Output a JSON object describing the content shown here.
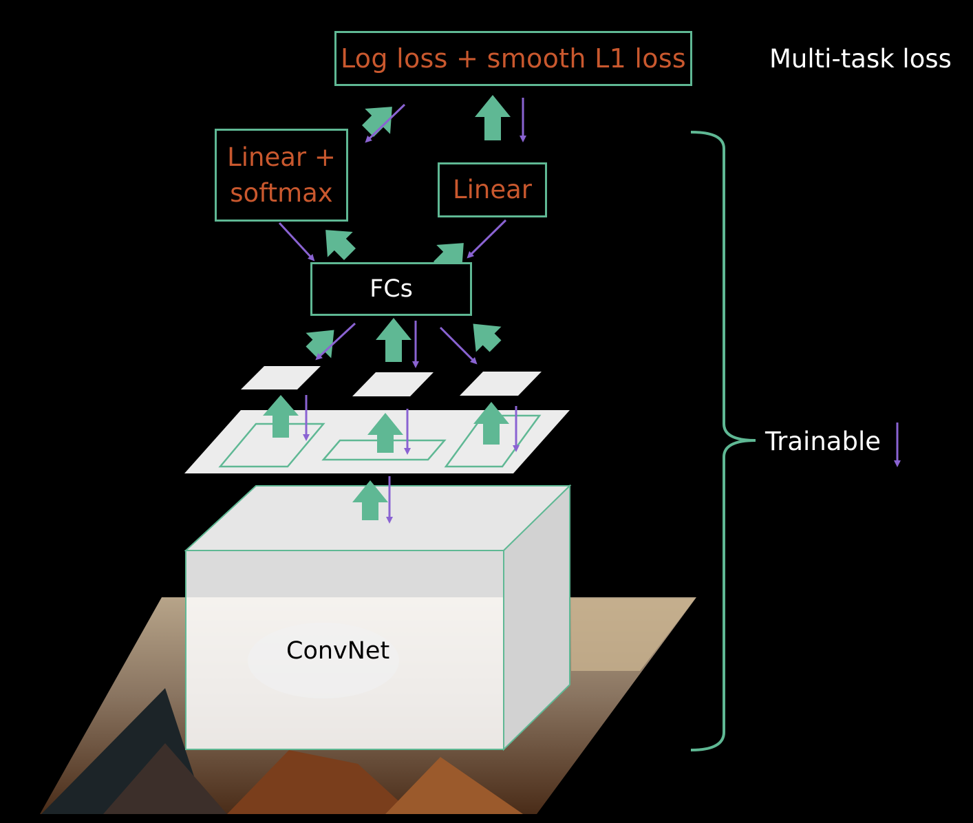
{
  "loss_box": {
    "label": "Log loss + smooth L1 loss"
  },
  "multitask_label": "Multi-task loss",
  "cls_box": {
    "line1": "Linear +",
    "line2": "softmax"
  },
  "reg_box": {
    "label": "Linear"
  },
  "fcs_box": {
    "label": "FCs"
  },
  "convnet_label": "ConvNet",
  "trainable_label": "Trainable",
  "colors": {
    "box_border": "#5fb894",
    "box_text": "#c9582e",
    "forward_arrow": "#5fb894",
    "backward_arrow": "#8a63d2",
    "plane_fill": "#ececec",
    "background": "#000000"
  }
}
